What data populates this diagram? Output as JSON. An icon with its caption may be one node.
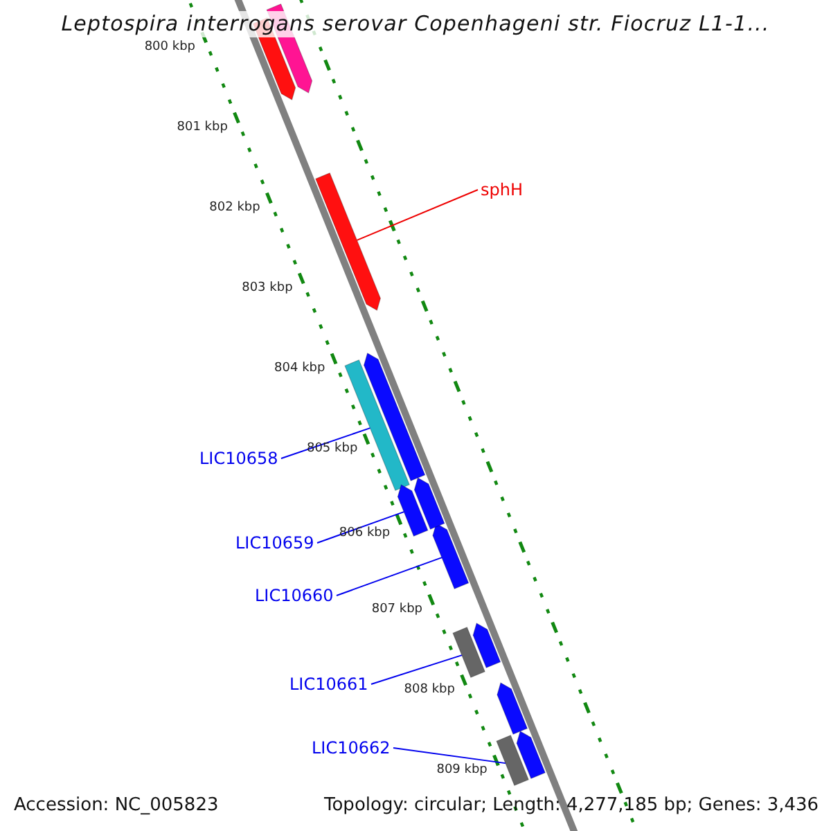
{
  "diagram": {
    "title": "Leptospira interrogans serovar Copenhageni str. Fiocruz L1-1...",
    "nodes": [
      {
        "text": [
          "sphH"
        ]
      },
      {
        "text": [],
        "shape": "bar"
      },
      {
        "text": [
          "LIC10658"
        ]
      },
      {
        "text": [],
        "shape": "bar"
      },
      {
        "text": [
          "LIC10659"
        ]
      },
      {
        "text": [],
        "shape": "bar"
      },
      {
        "text": [
          "LIC10660"
        ]
      },
      {
        "text": [],
        "shape": "bar"
      },
      {
        "text": [
          "LIC10661"
        ]
      },
      {
        "text": [],
        "shape": "bar"
      },
      {
        "text": [
          "LIC10662"
        ]
      },
      {
        "text": [],
        "shape": "bar"
      },
      {
        "text": [],
        "shape": "bar"
      },
      {
        "text": [],
        "shape": "bar"
      },
      {
        "text": [],
        "shape": "bar"
      },
      {
        "text": [],
        "shape": "bar"
      },
      {
        "text": [],
        "shape": "bar"
      },
      {
        "text": [],
        "shape": "bar"
      },
      {
        "text": [],
        "shape": "bar"
      }
    ],
    "edges": [
      {
        "from": 0,
        "to": 1,
        "arrow": "none",
        "color": "#ee0000"
      },
      {
        "from": 2,
        "to": 3,
        "arrow": "none"
      },
      {
        "from": 4,
        "to": 5,
        "arrow": "none"
      },
      {
        "from": 6,
        "to": 7,
        "arrow": "none"
      },
      {
        "from": 8,
        "to": 9,
        "arrow": "none"
      },
      {
        "from": 10,
        "to": 11,
        "arrow": "none"
      }
    ],
    "labels": [
      "800 kbp",
      "801 kbp",
      "802 kbp",
      "803 kbp",
      "804 kbp",
      "805 kbp",
      "806 kbp",
      "807 kbp",
      "808 kbp",
      "809 kbp",
      "Accession: NC_005823",
      "Topology: circular; Length: 4,277,185 bp; Genes: 3,436"
    ]
  }
}
